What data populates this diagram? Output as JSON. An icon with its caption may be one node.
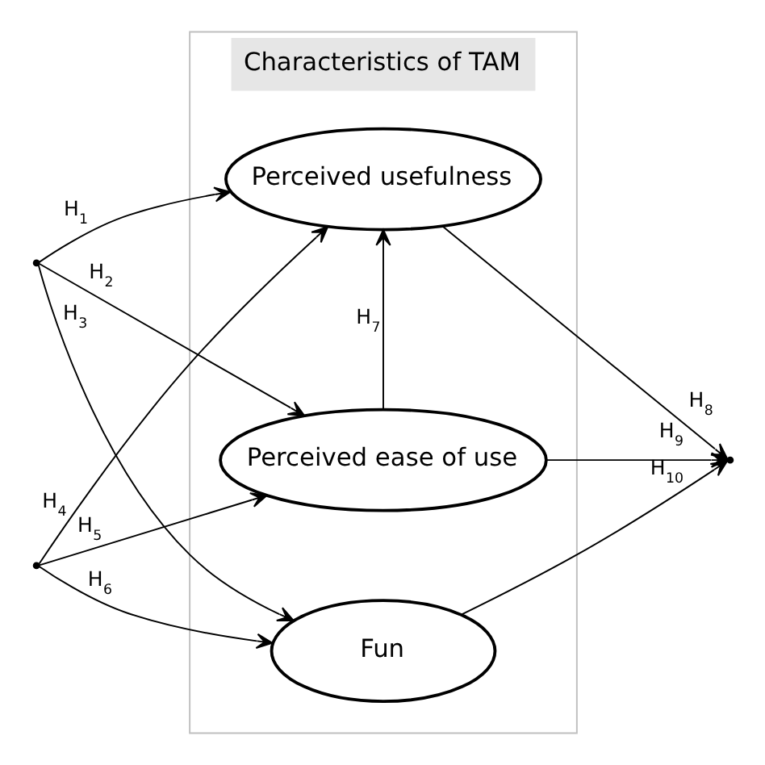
{
  "diagram": {
    "nodes": [
      {
        "text": [
          "Characteristics of TAM"
        ]
      },
      {
        "text": [
          "Perceived usefulness"
        ],
        "in": 0
      },
      {
        "text": [
          "Perceived ease of use"
        ],
        "in": 0
      },
      {
        "text": [
          "Fun"
        ],
        "in": 0
      },
      {
        "text": [],
        "shape": "point"
      },
      {
        "text": [],
        "shape": "point"
      },
      {
        "text": [],
        "shape": "point"
      }
    ],
    "edges": [
      {
        "from": 4,
        "to": 1,
        "arrow": "to",
        "label": "H$_{1}$"
      },
      {
        "from": 4,
        "to": 2,
        "arrow": "to",
        "label": "H$_{2}$"
      },
      {
        "from": 4,
        "to": 3,
        "arrow": "to",
        "label": "H$_{3}$"
      },
      {
        "from": 5,
        "to": 1,
        "arrow": "to",
        "label": "H$_{4}$"
      },
      {
        "from": 5,
        "to": 2,
        "arrow": "to",
        "label": "H$_{5}$"
      },
      {
        "from": 5,
        "to": 3,
        "arrow": "to",
        "label": "H$_{6}$"
      },
      {
        "from": 2,
        "to": 1,
        "arrow": "to",
        "label": "H$_{7}$"
      },
      {
        "from": 1,
        "to": 6,
        "arrow": "to",
        "label": "H$_{8}$"
      },
      {
        "from": 2,
        "to": 6,
        "arrow": "to",
        "label": "H$_{9}$"
      },
      {
        "from": 3,
        "to": 6,
        "arrow": "to",
        "label": "H$_{10}$"
      }
    ]
  }
}
